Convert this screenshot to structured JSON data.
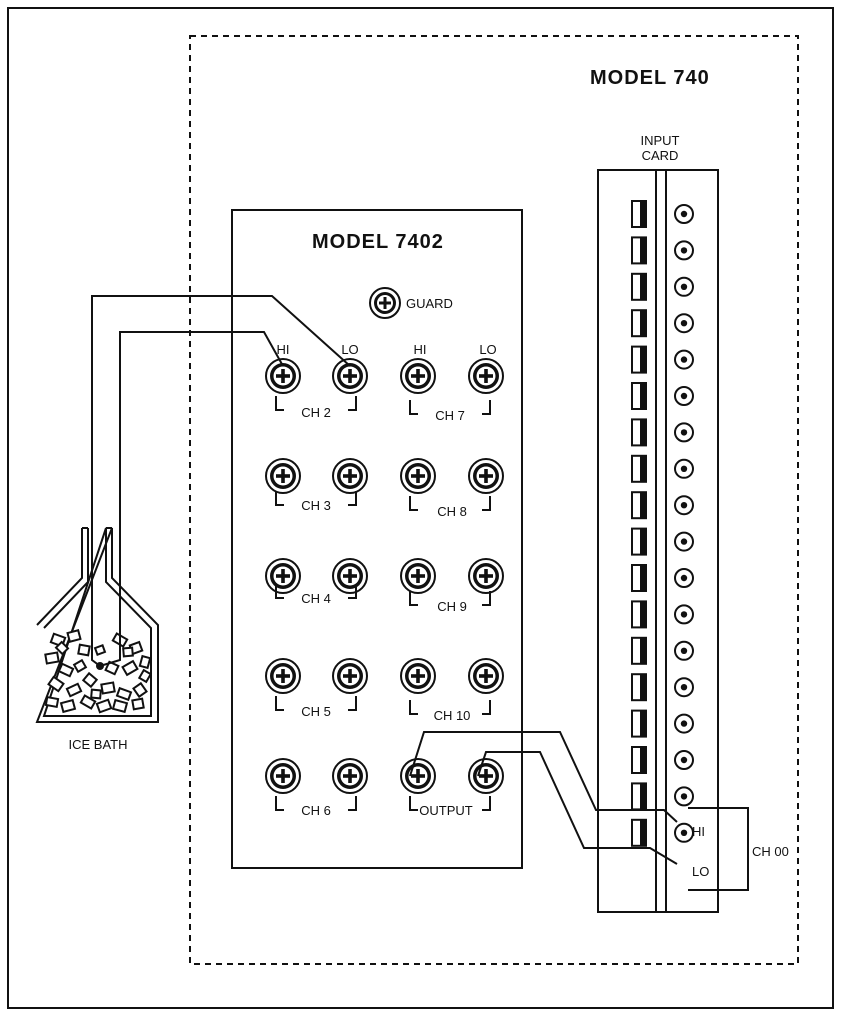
{
  "model_740": {
    "title": "MODEL  740"
  },
  "model_7402": {
    "title": "MODEL  7402",
    "guard_label": "GUARD",
    "hi_label": "HI",
    "lo_label": "LO",
    "channels": {
      "ch2": "CH 2",
      "ch3": "CH 3",
      "ch4": "CH 4",
      "ch5": "CH 5",
      "ch6": "CH 6",
      "ch7": "CH 7",
      "ch8": "CH 8",
      "ch9": "CH 9",
      "ch10": "CH 10",
      "output": "OUTPUT"
    }
  },
  "input_card": {
    "line1": "INPUT",
    "line2": "CARD",
    "hi_label": "HI",
    "lo_label": "LO",
    "channel_label": "CH 00"
  },
  "ice_bath": {
    "label": "ICE BATH"
  }
}
